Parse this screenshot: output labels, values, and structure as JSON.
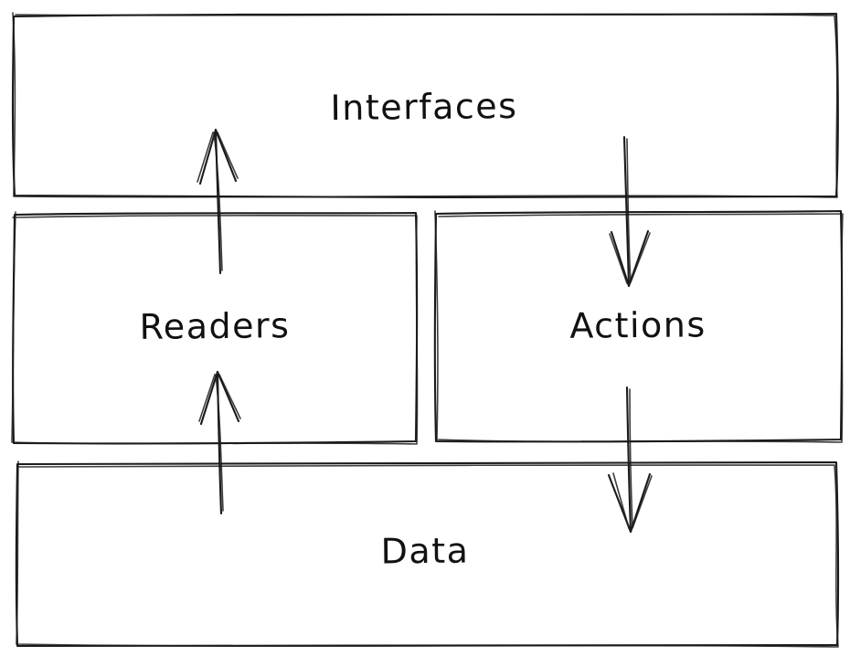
{
  "diagram": {
    "background_color": "#ffffff",
    "stroke_color": "#1b1b1b",
    "style": "hand-drawn-sketch",
    "boxes": [
      {
        "id": "interfaces",
        "label": "Interfaces",
        "row": "top",
        "span": "full-width"
      },
      {
        "id": "readers",
        "label": "Readers",
        "row": "middle",
        "span": "left-half"
      },
      {
        "id": "actions",
        "label": "Actions",
        "row": "middle",
        "span": "right-half"
      },
      {
        "id": "data",
        "label": "Data",
        "row": "bottom",
        "span": "full-width"
      }
    ],
    "arrows": [
      {
        "from": "Readers",
        "to": "Interfaces",
        "direction": "up"
      },
      {
        "from": "Interfaces",
        "to": "Actions",
        "direction": "down"
      },
      {
        "from": "Data",
        "to": "Readers",
        "direction": "up"
      },
      {
        "from": "Actions",
        "to": "Data",
        "direction": "down"
      }
    ]
  }
}
